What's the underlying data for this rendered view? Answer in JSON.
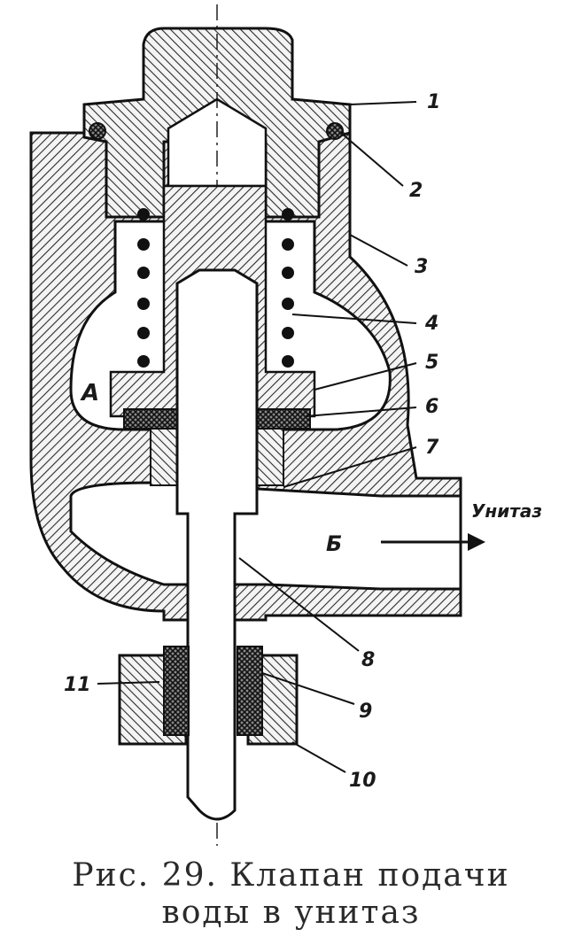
{
  "figure": {
    "callouts": [
      "1",
      "2",
      "3",
      "4",
      "5",
      "6",
      "7",
      "8",
      "9",
      "10",
      "11"
    ],
    "zone_a": "A",
    "zone_b": "Б",
    "outlet_label": "Унитаз"
  },
  "caption": {
    "line1": "Рис. 29. Клапан подачи",
    "line2": "воды в унитаз"
  },
  "colors": {
    "ink": "#1a1a1a",
    "paper": "#ffffff",
    "hatch": "#3a3a3a"
  }
}
